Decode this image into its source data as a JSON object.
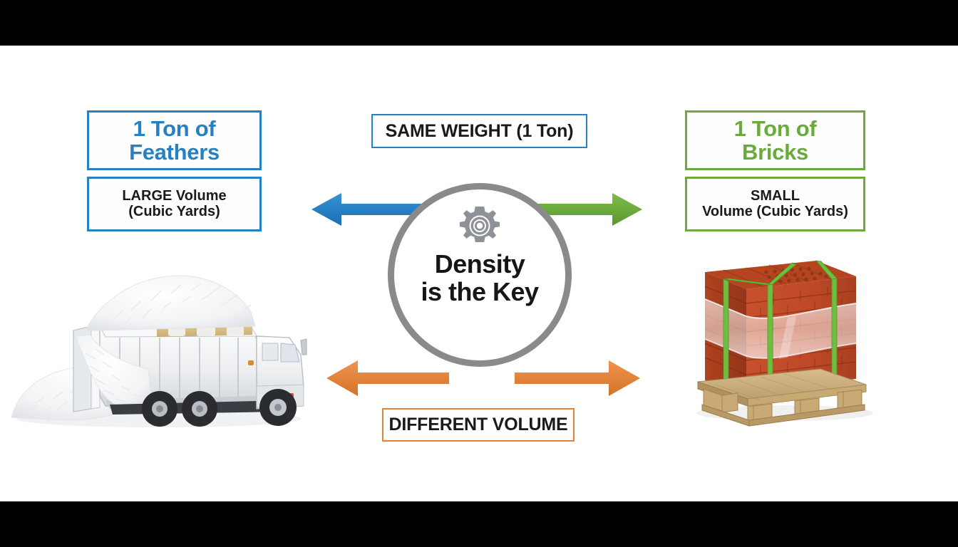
{
  "layout": {
    "canvas_background": "#ffffff",
    "letterbox_color": "#000000"
  },
  "colors": {
    "feather_blue": "#2580c4",
    "brick_green": "#6aab3c",
    "volume_orange": "#e2833a",
    "circle_gray": "#8a8a8a",
    "text_dark": "#161616"
  },
  "left_panel": {
    "title": "1 Ton of Feathers",
    "title_line_1": "1 Ton of",
    "title_line_2": "Feathers",
    "volume_emphasis": "LARGE",
    "volume_rest": " Volume",
    "volume_units": "(Cubic Yards)",
    "image_caption": "dump-truck-overflowing-with-white-feathers"
  },
  "right_panel": {
    "title": "1 Ton of Bricks",
    "title_line_1": "1 Ton of",
    "title_line_2": "Bricks",
    "volume_emphasis": "SMALL",
    "volume_rest": "Volume (Cubic Yards)",
    "image_caption": "shrink-wrapped-pallet-of-red-bricks"
  },
  "center": {
    "top_label": "SAME WEIGHT (1 Ton)",
    "bottom_label": "DIFFERENT VOLUME",
    "circle_line_1": "Density",
    "circle_line_2": "is the Key",
    "icon": "gear-icon"
  },
  "arrows": [
    {
      "name": "arrow-same-weight-left",
      "direction": "left",
      "color": "#2580c4"
    },
    {
      "name": "arrow-same-weight-right",
      "direction": "right",
      "color": "#6aab3c"
    },
    {
      "name": "arrow-different-volume-left",
      "direction": "left",
      "color": "#e2833a"
    },
    {
      "name": "arrow-different-volume-right",
      "direction": "right",
      "color": "#e2833a"
    }
  ]
}
